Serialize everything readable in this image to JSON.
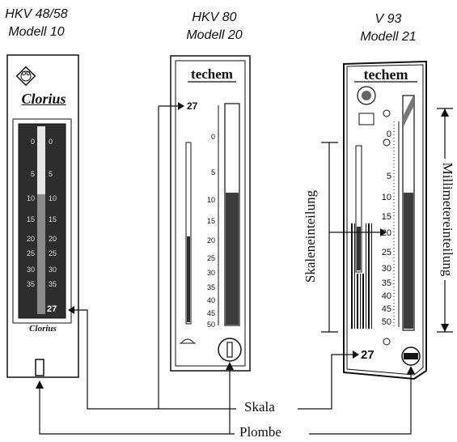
{
  "devices": [
    {
      "name": "HKV 48/58",
      "model": "Modell 10",
      "logo_text": "OC",
      "script_brand": "Clorius",
      "bottom_brand": "Clorius",
      "ticks": [
        "0",
        "5",
        "10",
        "15",
        "20",
        "25",
        "30",
        "35"
      ],
      "marker": "27"
    },
    {
      "name": "HKV 80",
      "model": "Modell 20",
      "brand": "techem",
      "ticks": [
        "0",
        "5",
        "10",
        "15",
        "20",
        "25",
        "30",
        "35",
        "40",
        "45",
        "50"
      ],
      "marker": "27"
    },
    {
      "name": "V 93",
      "model": "Modell 21",
      "brand": "techem",
      "ticks": [
        "0",
        "5",
        "10",
        "15",
        "20",
        "25",
        "30",
        "35",
        "40",
        "45",
        "50"
      ],
      "marker": "27"
    }
  ],
  "labels": {
    "skala": "Skala",
    "plombe": "Plombe",
    "skaleneinteilung": "Skaleneinteilung",
    "millimetereinteilung": "Millimetereinteilung"
  },
  "colors": {
    "ink": "#111111",
    "tube_dark": "#3a3a3a",
    "mid_gray": "#8a8a8a"
  }
}
